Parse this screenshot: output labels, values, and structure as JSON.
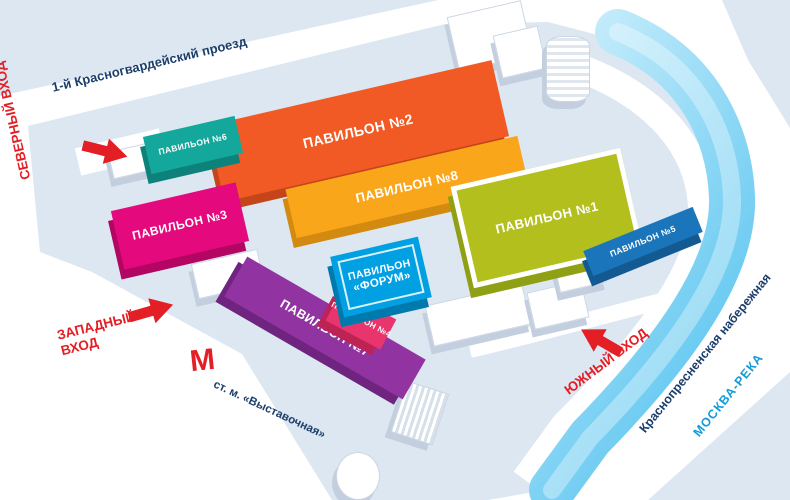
{
  "map": {
    "background": "#ffffff",
    "block_color": "#dce7f2",
    "road_color": "#ffffff",
    "river_color_light": "#cdeffc",
    "river_color": "#5ec6f0",
    "street_text_color": "#1c3e6b",
    "entrance_color": "#e31e24",
    "river_text_color": "#129bd8"
  },
  "streets": {
    "north_road": "1-й Красногвардейский проезд",
    "embankment": "Краснопресненская набережная",
    "river": "МОСКВА-РЕКА"
  },
  "entrances": {
    "north": "СЕВЕРНЫЙ ВХОД",
    "west_line1": "ЗАПАДНЫЙ",
    "west_line2": "ВХОД",
    "south": "ЮЖНЫЙ ВХОД"
  },
  "metro": {
    "symbol": "М",
    "station": "ст. м. «Выставочная»"
  },
  "pavilions": [
    {
      "id": "p2",
      "label": "ПАВИЛЬОН №2",
      "color": "#f15a24",
      "side": "#c4451a"
    },
    {
      "id": "p8",
      "label": "ПАВИЛЬОН №8",
      "color": "#f9a61b",
      "side": "#d38a10"
    },
    {
      "id": "p1",
      "label": "ПАВИЛЬОН №1",
      "color": "#b2bf1d",
      "side": "#8fa014"
    },
    {
      "id": "p3",
      "label": "ПАВИЛЬОН №3",
      "color": "#e5097e",
      "side": "#b30663"
    },
    {
      "id": "p6",
      "label": "ПАВИЛЬОН №6",
      "color": "#14a79c",
      "side": "#0d827a"
    },
    {
      "id": "forum",
      "label_line1": "ПАВИЛЬОН",
      "label_line2": "«ФОРУМ»",
      "color": "#00a0e3",
      "side": "#0079ad"
    },
    {
      "id": "p4",
      "label": "ПАВИЛЬОН №4",
      "color": "#e8356d",
      "side": "#bd2455"
    },
    {
      "id": "p7",
      "label": "ПАВИЛЬОН №7",
      "color": "#9134a2",
      "side": "#6f2480"
    },
    {
      "id": "p5",
      "label": "ПАВИЛЬОН №5",
      "color": "#1b75bb",
      "side": "#135a93"
    }
  ]
}
